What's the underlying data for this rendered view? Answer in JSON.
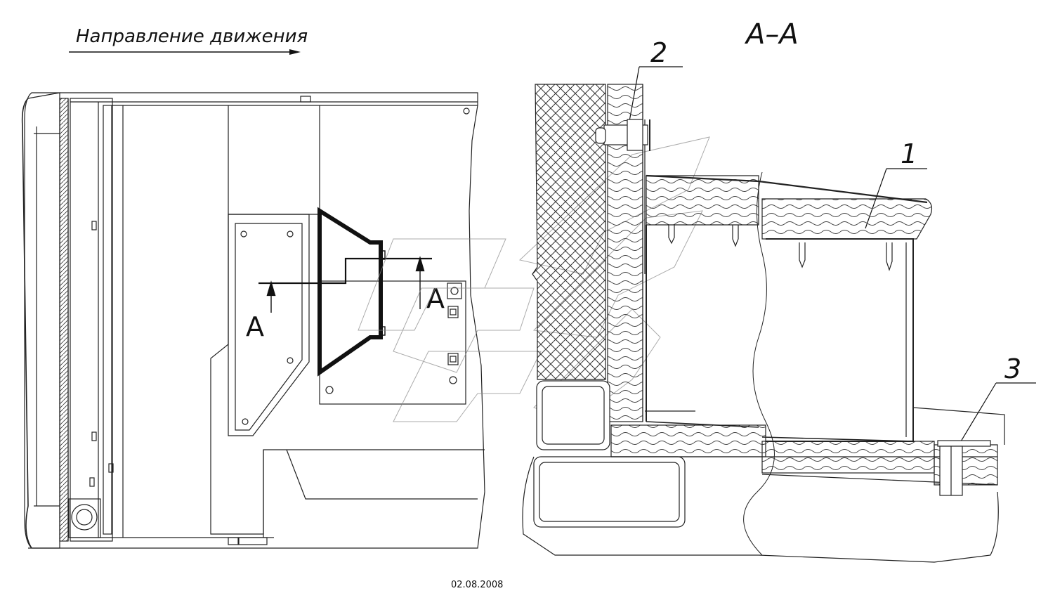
{
  "direction_label": "Направление движения",
  "section_title": "А–А",
  "section_marker": "А",
  "callouts": [
    "1",
    "2",
    "3"
  ],
  "date": "02.08.2008"
}
